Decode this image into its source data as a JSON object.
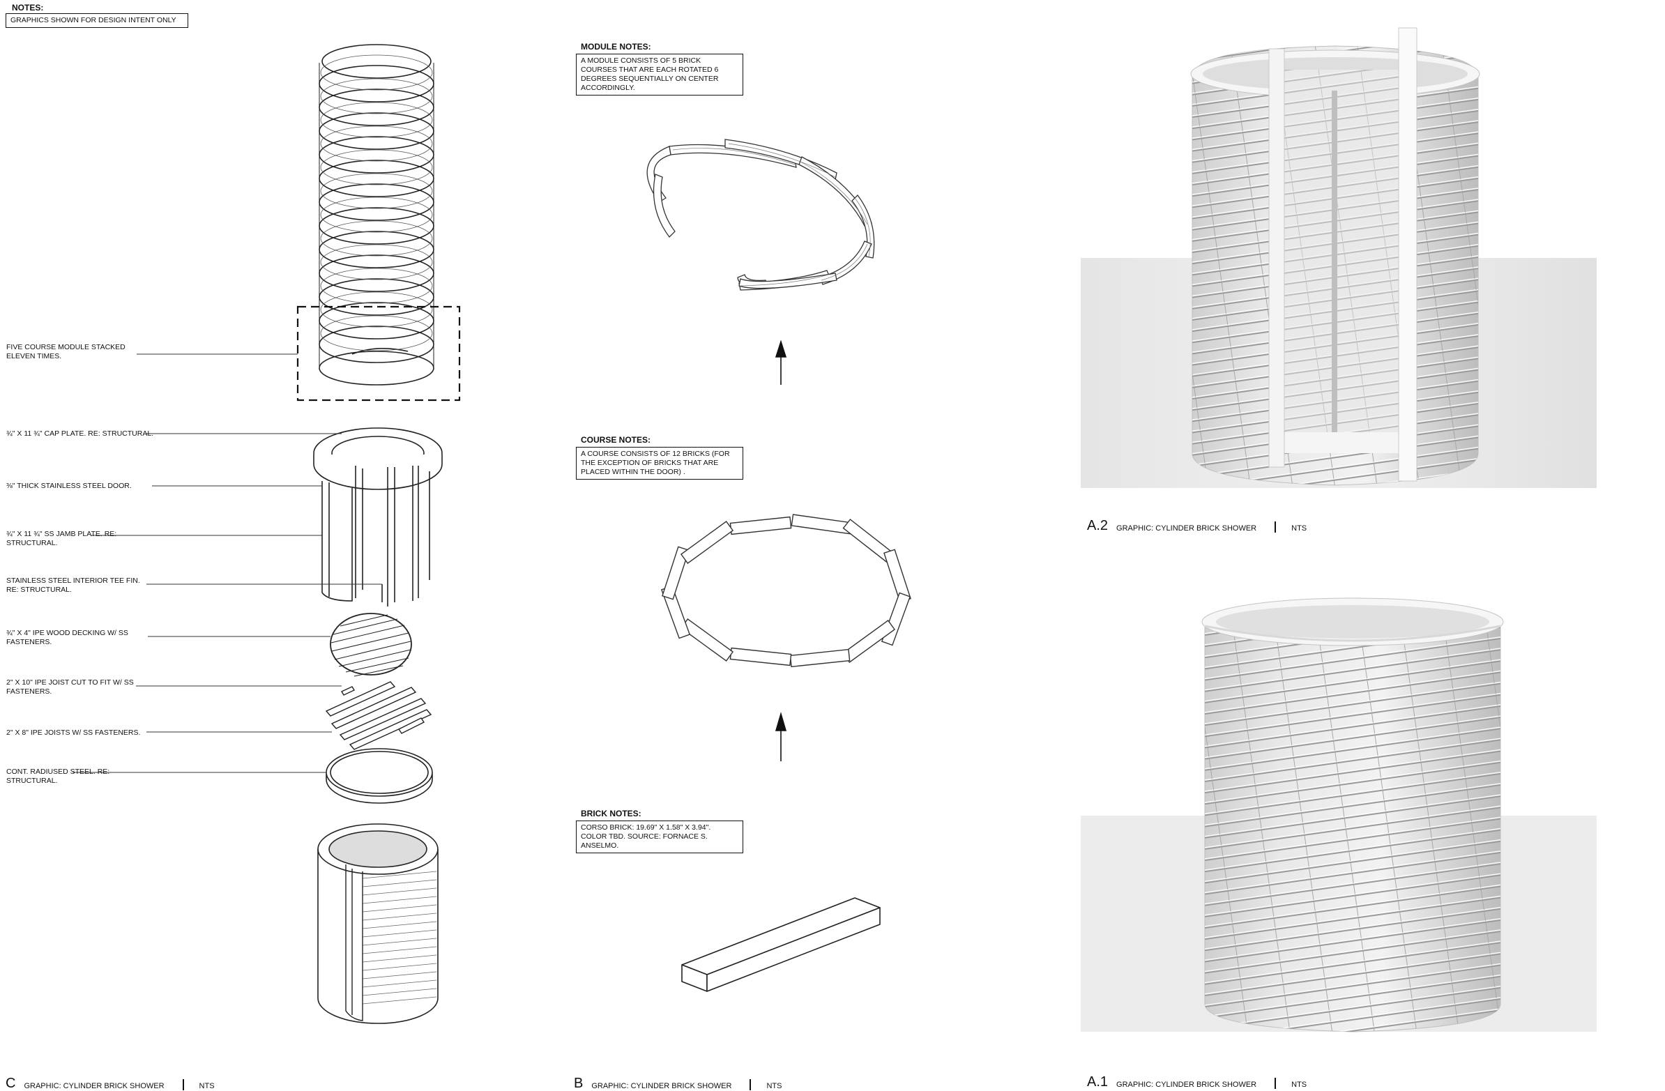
{
  "notes": {
    "heading": "NOTES:",
    "design_intent": "GRAPHICS SHOWN FOR DESIGN INTENT ONLY"
  },
  "panel_c": {
    "letter": "C",
    "title": "GRAPHIC: CYLINDER BRICK SHOWER",
    "scale": "NTS",
    "callouts": [
      "FIVE COURSE MODULE STACKED ELEVEN TIMES.",
      "¾\" X 11 ¾\" CAP PLATE. RE: STRUCTURAL.",
      "⅜\" THICK STAINLESS STEEL DOOR.",
      "¾\" X 11 ¾\" SS JAMB PLATE. RE: STRUCTURAL.",
      "STAINLESS STEEL INTERIOR TEE FIN. RE: STRUCTURAL.",
      "¾\" X 4\" IPE WOOD DECKING W/ SS FASTENERS.",
      "2\" X 10\" IPE JOIST CUT TO FIT W/ SS FASTENERS.",
      "2\" X 8\" IPE JOISTS W/ SS FASTENERS.",
      "CONT. RADIUSED STEEL. RE: STRUCTURAL."
    ]
  },
  "panel_b": {
    "letter": "B",
    "title": "GRAPHIC: CYLINDER BRICK SHOWER",
    "scale": "NTS",
    "module_heading": "MODULE NOTES:",
    "module_text": "A MODULE CONSISTS OF 5 BRICK COURSES THAT ARE EACH ROTATED 6 DEGREES SEQUENTIALLY ON CENTER ACCORDINGLY.",
    "course_heading": "COURSE NOTES:",
    "course_text": "A COURSE CONSISTS OF 12 BRICKS (FOR THE EXCEPTION OF BRICKS THAT ARE PLACED WITHIN THE DOOR) .",
    "brick_heading": "BRICK NOTES:",
    "brick_text": "CORSO BRICK: 19.69\" X 1.58\" X 3.94\". COLOR TBD. SOURCE: FORNACE S. ANSELMO."
  },
  "panel_a2": {
    "letter": "A.2",
    "title": "GRAPHIC: CYLINDER BRICK SHOWER",
    "scale": "NTS"
  },
  "panel_a1": {
    "letter": "A.1",
    "title": "GRAPHIC: CYLINDER BRICK SHOWER",
    "scale": "NTS"
  }
}
